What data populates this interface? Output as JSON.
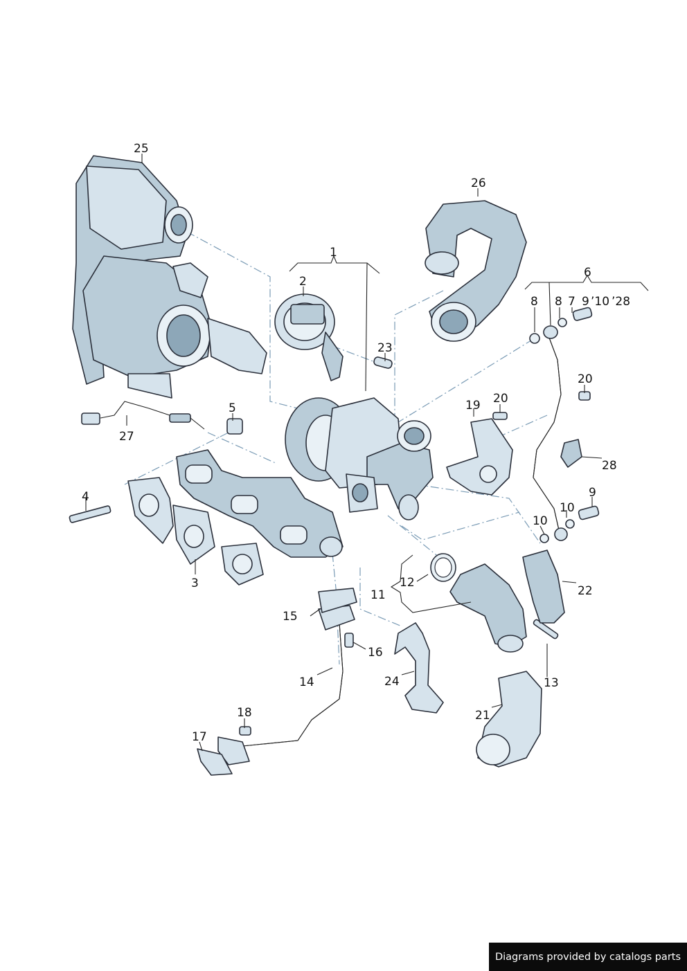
{
  "labels": {
    "l1": "1",
    "l2": "2",
    "l3": "3",
    "l4": "4",
    "l5": "5",
    "l6": "6",
    "l7": "7",
    "l8a": "8",
    "l8b": "8",
    "l9a": "9",
    "l10a": "’10",
    "l28a": "’28",
    "l9b": "9",
    "l10b": "10",
    "l10c": "10",
    "l11": "11",
    "l12": "12",
    "l13": "13",
    "l14": "14",
    "l15": "15",
    "l16": "16",
    "l17": "17",
    "l18": "18",
    "l19": "19",
    "l20a": "20",
    "l20b": "20",
    "l21": "21",
    "l22": "22",
    "l23": "23",
    "l24": "24",
    "l25": "25",
    "l26": "26",
    "l27": "27",
    "l28b": "28"
  },
  "footer": {
    "credit": "Diagrams provided by catalogs parts"
  },
  "colors": {
    "part_fill": "#b9ccd8",
    "part_outline": "#2a2f3a",
    "dash_line": "#7a9bb5",
    "footer_bg": "#0b0b0b"
  }
}
